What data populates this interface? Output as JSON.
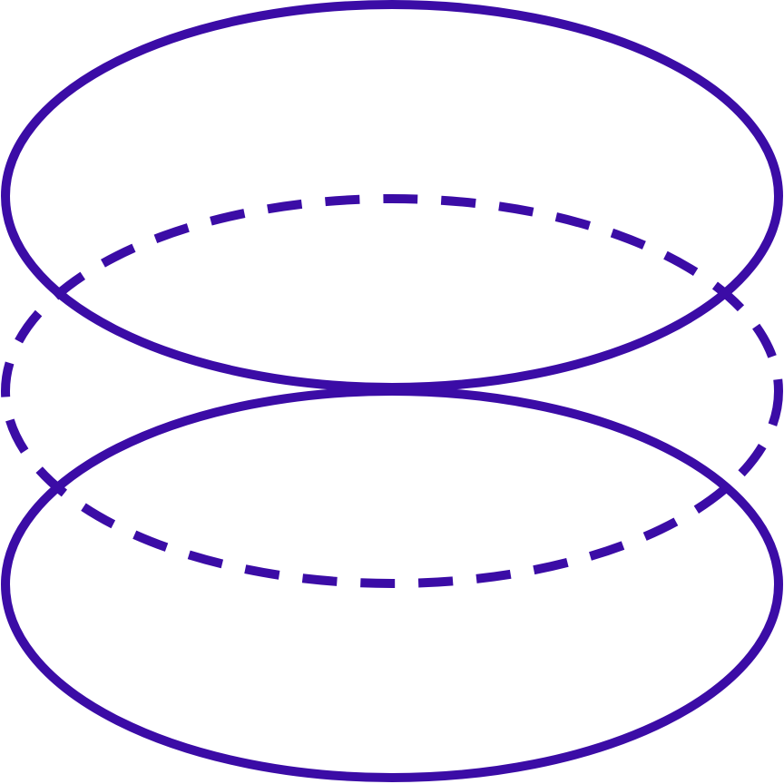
{
  "diagram": {
    "shape": "stacked-ellipses-with-dashed-middle",
    "stroke_color": "#3B0CA6",
    "background_color": "#FFFFFF",
    "elements": [
      {
        "name": "top-ellipse",
        "style": "solid"
      },
      {
        "name": "middle-ellipse",
        "style": "dashed"
      },
      {
        "name": "bottom-ellipse",
        "style": "solid"
      }
    ]
  }
}
